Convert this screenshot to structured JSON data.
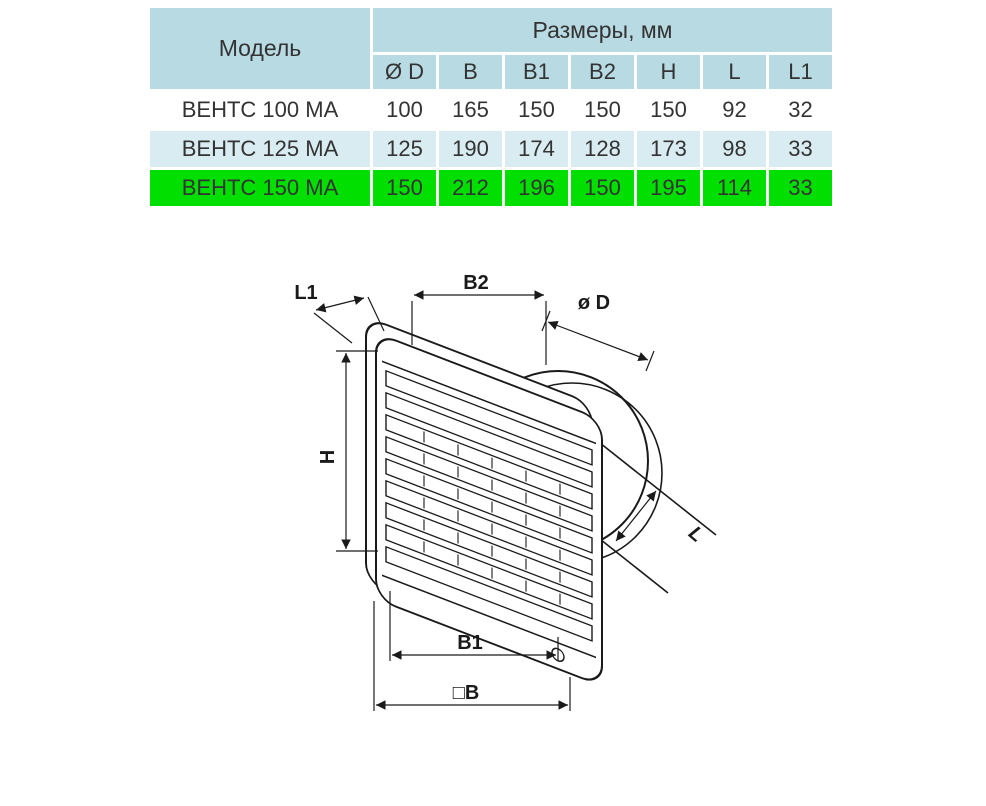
{
  "table": {
    "model_header": "Модель",
    "sizes_header": "Размеры, мм",
    "columns": [
      "Ø D",
      "B",
      "B1",
      "B2",
      "H",
      "L",
      "L1"
    ],
    "rows": [
      {
        "model": "ВЕНТС 100 МА",
        "values": [
          "100",
          "165",
          "150",
          "150",
          "150",
          "92",
          "32"
        ],
        "highlighted": false
      },
      {
        "model": "ВЕНТС 125 МА",
        "values": [
          "125",
          "190",
          "174",
          "128",
          "173",
          "98",
          "33"
        ],
        "highlighted": false
      },
      {
        "model": "ВЕНТС 150 МА",
        "values": [
          "150",
          "212",
          "196",
          "150",
          "195",
          "114",
          "33"
        ],
        "highlighted": true
      }
    ],
    "colors": {
      "header_bg": "#b8dae2",
      "alt_row_bg": "#d8ecf2",
      "highlight_bg": "#00df00"
    }
  },
  "diagram": {
    "labels": {
      "l1": "L1",
      "b2": "B2",
      "d": "ø D",
      "h": "H",
      "l": "L",
      "b1": "B1",
      "b": "□B"
    }
  }
}
